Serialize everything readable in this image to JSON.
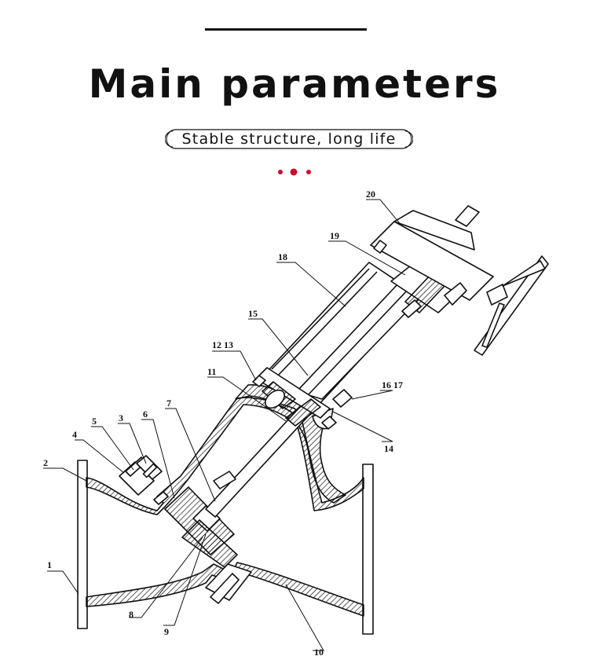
{
  "header": {
    "title": "Main parameters",
    "subtitle": "Stable structure, long life"
  },
  "colors": {
    "accent": "#c8102e",
    "ink": "#111111"
  },
  "diagram": {
    "labels": [
      "1",
      "2",
      "3",
      "4",
      "5",
      "6",
      "7",
      "8",
      "9",
      "10",
      "11",
      "12 13",
      "14",
      "15",
      "16 17",
      "18",
      "19",
      "20"
    ]
  }
}
